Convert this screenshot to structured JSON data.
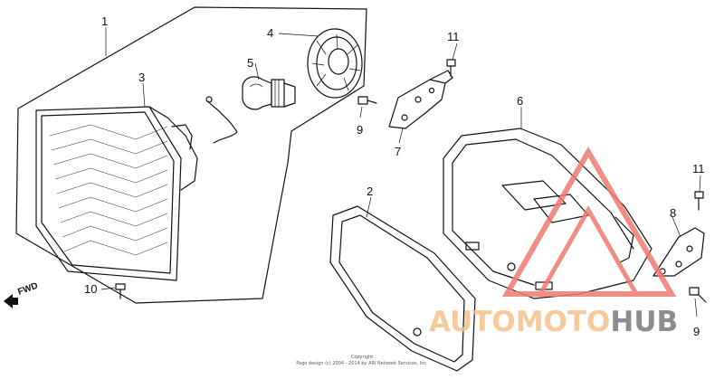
{
  "callouts": [
    {
      "id": "1",
      "label": "1"
    },
    {
      "id": "2",
      "label": "2"
    },
    {
      "id": "3",
      "label": "3"
    },
    {
      "id": "4",
      "label": "4"
    },
    {
      "id": "5",
      "label": "5"
    },
    {
      "id": "6",
      "label": "6"
    },
    {
      "id": "7",
      "label": "7"
    },
    {
      "id": "8",
      "label": "8"
    },
    {
      "id": "9a",
      "label": "9"
    },
    {
      "id": "9b",
      "label": "9"
    },
    {
      "id": "10",
      "label": "10"
    },
    {
      "id": "11a",
      "label": "11"
    },
    {
      "id": "11b",
      "label": "11"
    }
  ],
  "direction_label": "FWD",
  "copyright": {
    "line1": "Copyright",
    "line2": "Page design (c) 2004 - 2014 by ARI Network Services, Inc."
  },
  "watermark": {
    "part1": "AUTOMOTO",
    "part2": "HUB",
    "color_primary": "#f07a70",
    "color_secondary": "#7a7a7a",
    "color_accent": "#f5c28a"
  }
}
